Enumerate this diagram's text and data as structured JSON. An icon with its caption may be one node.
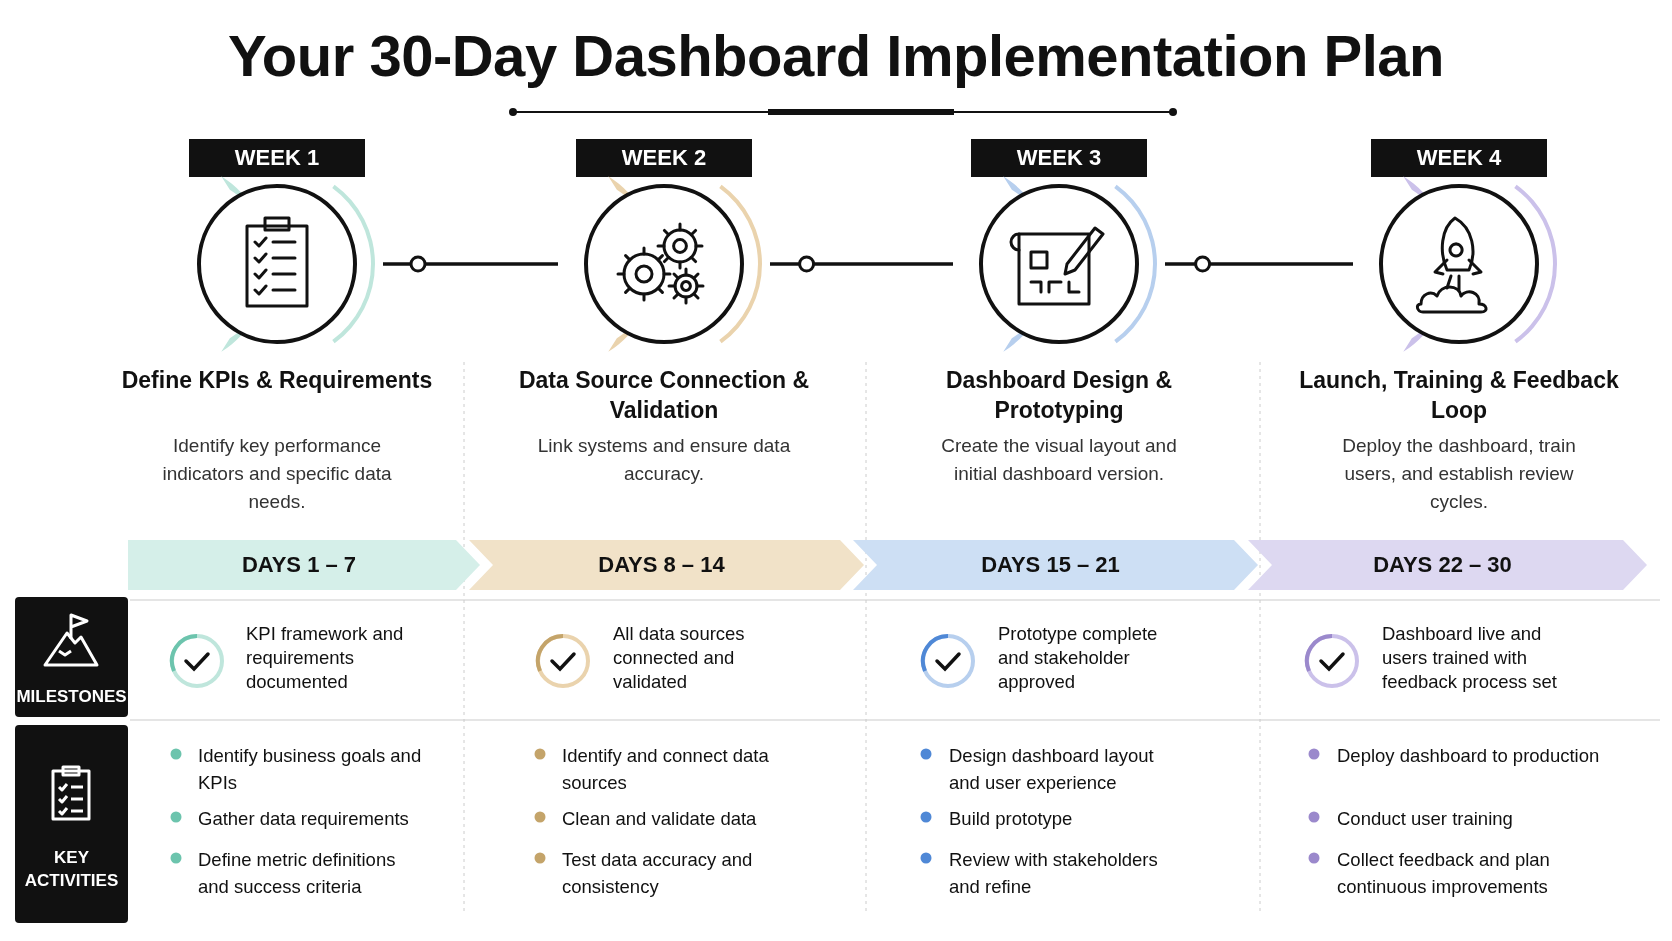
{
  "diagram": {
    "title": "Your 30-Day Dashboard Implementation Plan",
    "nodes": [
      {
        "text": [
          "WEEK 1"
        ]
      },
      {
        "text": [
          "WEEK 2"
        ]
      },
      {
        "text": [
          "WEEK 3"
        ]
      },
      {
        "text": [
          "WEEK 4"
        ]
      },
      {
        "text": [
          "DAYS 1 – 7"
        ]
      },
      {
        "text": [
          "DAYS 8 – 14"
        ]
      },
      {
        "text": [
          "DAYS 15 – 21"
        ]
      },
      {
        "text": [
          "DAYS 22 – 30"
        ]
      },
      {
        "text": [
          "MILESTONES"
        ]
      },
      {
        "text": [
          "KEY ACTIVITIES"
        ]
      }
    ],
    "edges": [
      {
        "from": 0,
        "to": 1,
        "arrow": "none"
      },
      {
        "from": 1,
        "to": 2,
        "arrow": "none"
      },
      {
        "from": 2,
        "to": 3,
        "arrow": "none"
      }
    ],
    "labels": [
      "Define KPIs & Requirements",
      "Data Source Connection & Validation",
      "Dashboard Design & Prototyping",
      "Launch, Training & Feedback Loop",
      "Identify key performance indicators and specific data needs.",
      "Link systems and ensure data accuracy.",
      "Create the visual layout and initial dashboard version.",
      "Deploy the dashboard, train users, and establish review cycles.",
      "KPI framework and requirements documented",
      "All data sources connected and validated",
      "Prototype complete and stakeholder approved",
      "Dashboard live and users trained with feedback process set",
      "Identify business goals and KPIs",
      "Identify and connect data sources",
      "Design dashboard layout and user experience",
      "Deploy dashboard to production",
      "Gather data requirements",
      "Clean and validate data",
      "Build prototype",
      "Conduct user training",
      "Define metric definitions and success criteria",
      "Test data accuracy and consistency",
      "Review with stakeholders and refine",
      "Collect feedback and plan continuous improvements"
    ]
  }
}
